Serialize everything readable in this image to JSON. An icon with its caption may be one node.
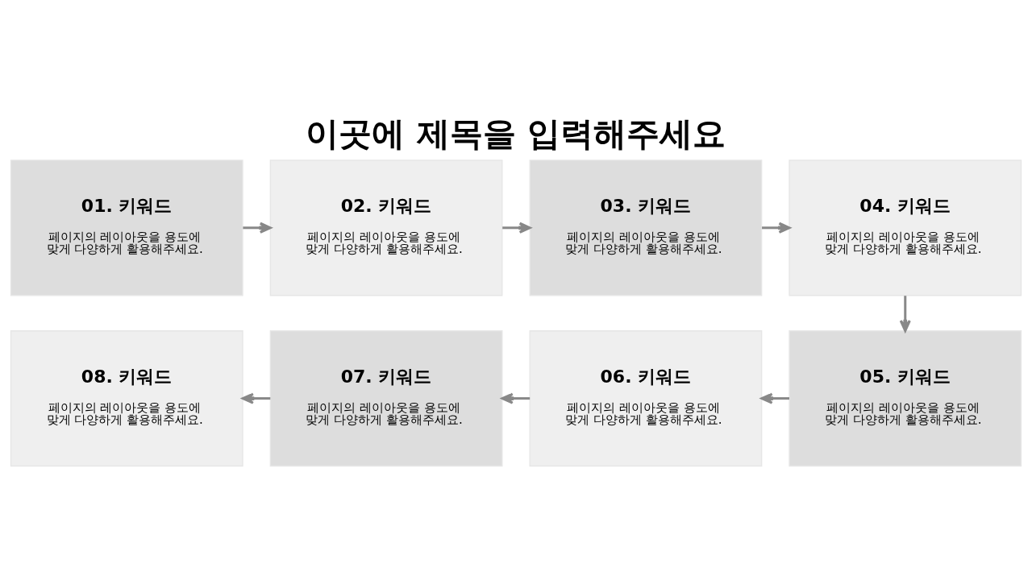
{
  "diagram": {
    "title": "이곳에 제목을 입력해주세요",
    "nodes": [
      {
        "text": [
          "01. 키워드",
          "페이지의 레이아웃을 용도에 맞게 다양하게 활용해주세요."
        ]
      },
      {
        "text": [
          "02. 키워드",
          "페이지의 레이아웃을 용도에 맞게 다양하게 활용해주세요."
        ]
      },
      {
        "text": [
          "03. 키워드",
          "페이지의 레이아웃을 용도에 맞게 다양하게 활용해주세요."
        ]
      },
      {
        "text": [
          "04. 키워드",
          "페이지의 레이아웃을 용도에 맞게 다양하게 활용해주세요."
        ]
      },
      {
        "text": [
          "05. 키워드",
          "페이지의 레이아웃을 용도에 맞게 다양하게 활용해주세요."
        ]
      },
      {
        "text": [
          "06. 키워드",
          "페이지의 레이아웃을 용도에 맞게 다양하게 활용해주세요."
        ]
      },
      {
        "text": [
          "07. 키워드",
          "페이지의 레이아웃을 용도에 맞게 다양하게 활용해주세요."
        ]
      },
      {
        "text": [
          "08. 키워드",
          "페이지의 레이아웃을 용도에 맞게 다양하게 활용해주세요."
        ]
      }
    ],
    "edges": [
      {
        "from": 0,
        "to": 1,
        "arrow": "to"
      },
      {
        "from": 1,
        "to": 2,
        "arrow": "to"
      },
      {
        "from": 2,
        "to": 3,
        "arrow": "to"
      },
      {
        "from": 3,
        "to": 4,
        "arrow": "to"
      },
      {
        "from": 4,
        "to": 5,
        "arrow": "to"
      },
      {
        "from": 5,
        "to": 6,
        "arrow": "to"
      },
      {
        "from": 6,
        "to": 7,
        "arrow": "to"
      }
    ]
  }
}
